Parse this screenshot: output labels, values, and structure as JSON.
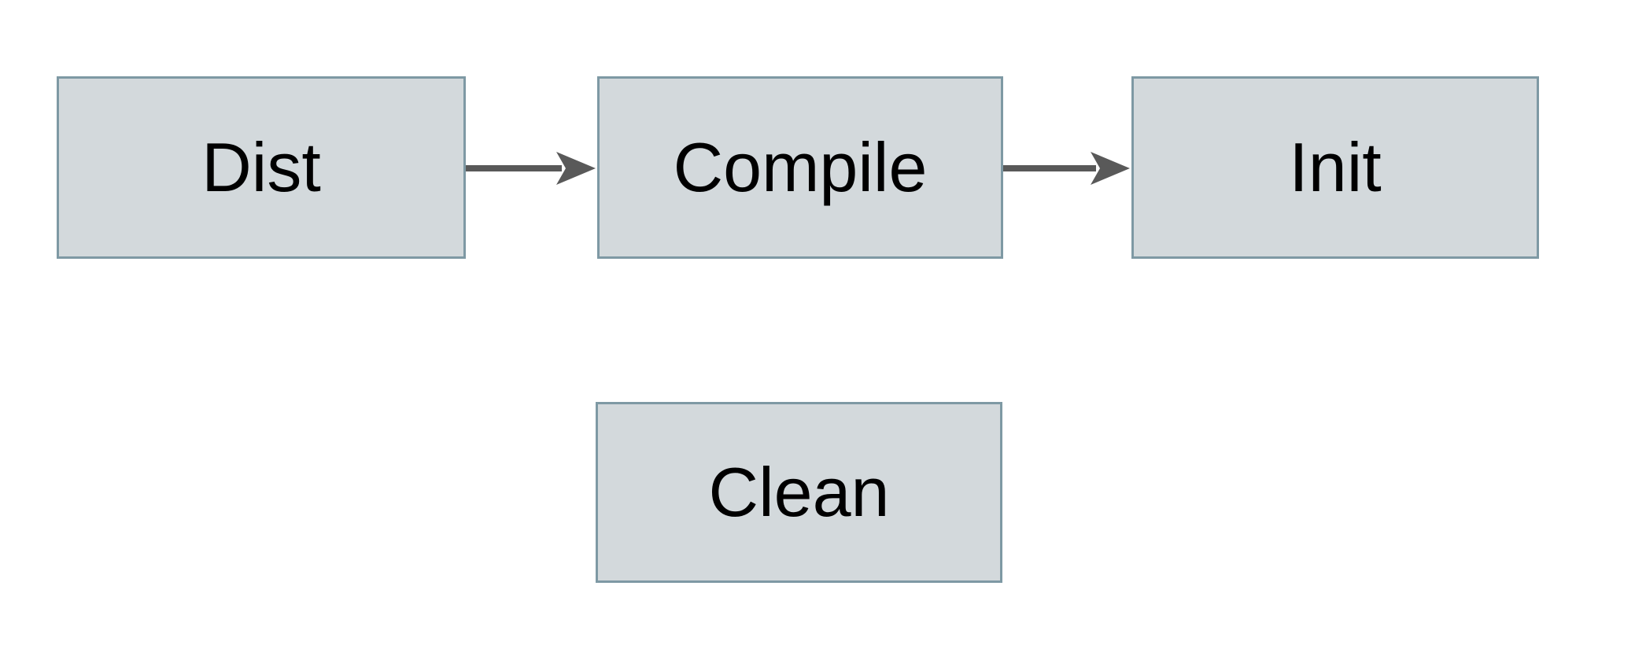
{
  "diagram": {
    "type": "flowchart",
    "background": "#ffffff",
    "nodes": [
      {
        "id": "dist",
        "label": "Dist"
      },
      {
        "id": "compile",
        "label": "Compile"
      },
      {
        "id": "init",
        "label": "Init"
      },
      {
        "id": "clean",
        "label": "Clean"
      }
    ],
    "edges": [
      {
        "from": "dist",
        "to": "compile",
        "style": "solid-arrow"
      },
      {
        "from": "compile",
        "to": "init",
        "style": "solid-arrow"
      }
    ],
    "colors": {
      "node_fill": "#d3d9dc",
      "node_border": "#7e99a4",
      "arrow": "#595959",
      "text": "#000000"
    }
  }
}
